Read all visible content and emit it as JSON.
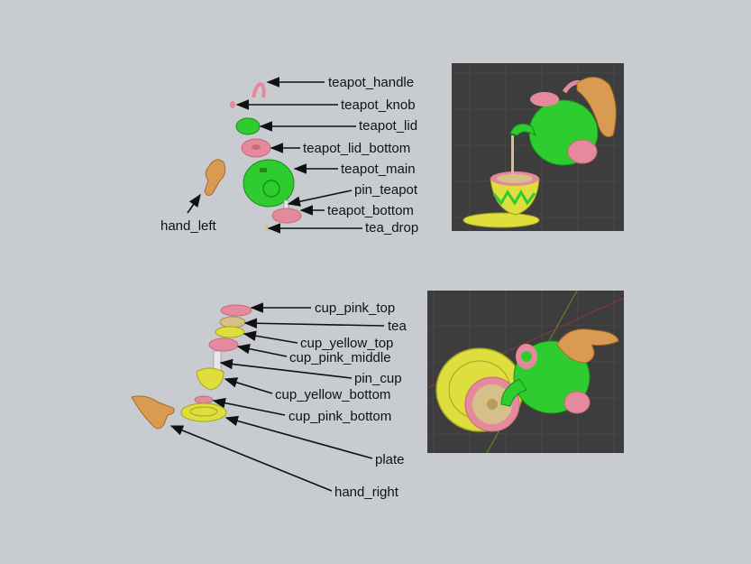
{
  "top_diagram": {
    "labels": {
      "teapot_handle": "teapot_handle",
      "teapot_knob": "teapot_knob",
      "teapot_lid": "teapot_lid",
      "teapot_lid_bottom": "teapot_lid_bottom",
      "teapot_main": "teapot_main",
      "pin_teapot": "pin_teapot",
      "teapot_bottom": "teapot_bottom",
      "tea_drop": "tea_drop",
      "hand_left": "hand_left"
    }
  },
  "bottom_diagram": {
    "labels": {
      "cup_pink_top": "cup_pink_top",
      "tea": "tea",
      "cup_yellow_top": "cup_yellow_top",
      "cup_pink_middle": "cup_pink_middle",
      "pin_cup": "pin_cup",
      "cup_yellow_bottom": "cup_yellow_bottom",
      "cup_pink_bottom": "cup_pink_bottom",
      "plate": "plate",
      "hand_right": "hand_right"
    }
  },
  "colors": {
    "background": "#c8ccd1",
    "green": "#2ecc2e",
    "pink": "#e58a9c",
    "yellow": "#dede3c",
    "skin": "#d99a52",
    "viewport": "#3d3d3d"
  }
}
